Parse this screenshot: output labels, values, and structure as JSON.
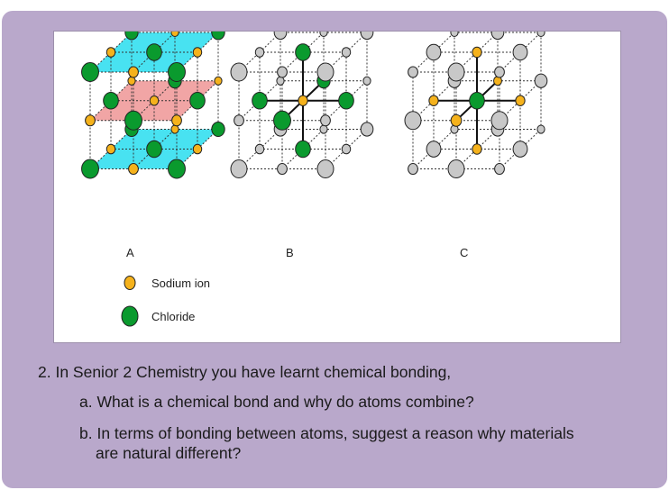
{
  "figure": {
    "labels": [
      "A",
      "B",
      "C"
    ],
    "legend": [
      {
        "label": "Sodium ion",
        "color": "#f5b21c"
      },
      {
        "label": "Chloride",
        "color": "#0a9a2e"
      }
    ],
    "colors": {
      "sodium": "#f5b21c",
      "chloride": "#0a9a2e",
      "neutral": "#c8c8c8",
      "plane_top_bottom": "#3ee0f0",
      "plane_middle": "#f0a0a0",
      "panel": "#b9a8cb"
    }
  },
  "questions": {
    "q2": "2. In Senior 2 Chemistry you have learnt chemical bonding,",
    "a": "a. What is a chemical bond and why do atoms combine?",
    "b_line1": "b. In terms of bonding between atoms, suggest a reason why materials",
    "b_line2": "are natural different?"
  }
}
